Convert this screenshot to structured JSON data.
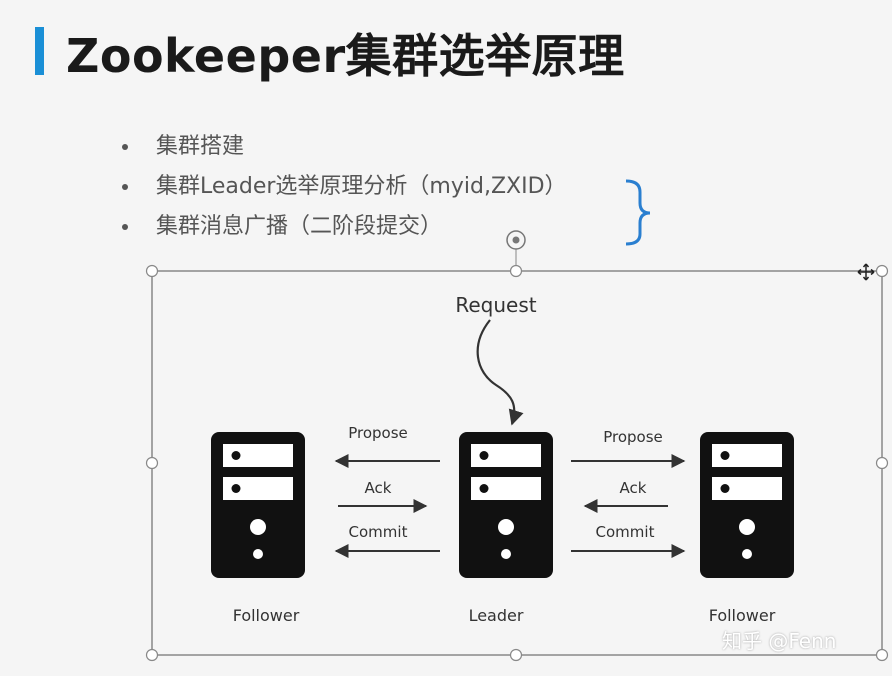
{
  "slide": {
    "title": "Zookeeper集群选举原理",
    "bullets": [
      "集群搭建",
      "集群Leader选举原理分析（myid,ZXID）",
      "集群消息广播（二阶段提交）"
    ],
    "accent_color": "#1a8fd6",
    "brace_color": "#2a7fd0"
  },
  "diagram": {
    "request_label": "Request",
    "nodes": {
      "left": "Follower",
      "center": "Leader",
      "right": "Follower"
    },
    "left_messages": [
      "Propose",
      "Ack",
      "Commit"
    ],
    "right_messages": [
      "Propose",
      "Ack",
      "Commit"
    ],
    "server_icon": "server-tower-icon"
  },
  "watermark": "知乎 @Fenn"
}
